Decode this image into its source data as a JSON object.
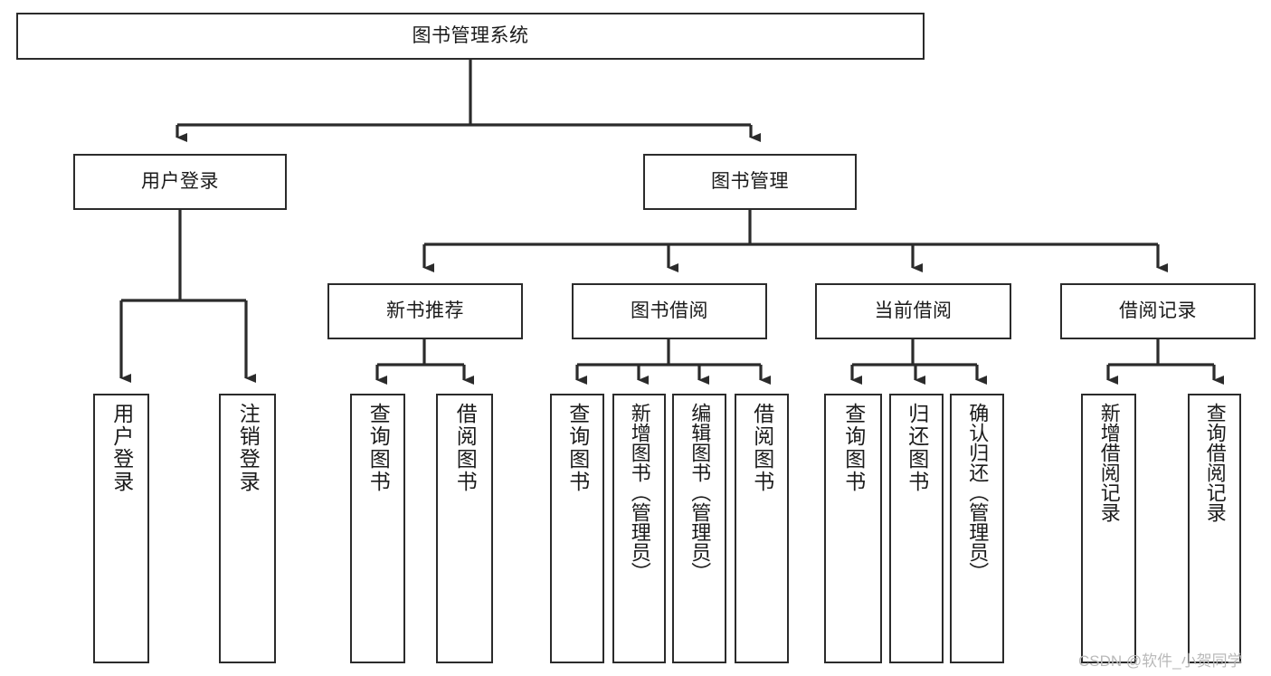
{
  "diagram": {
    "type": "tree-hierarchy",
    "title": "图书管理系统",
    "watermark": "CSDN @软件_小贺同学",
    "colors": {
      "box_border": "#2b2b2b",
      "box_fill": "#ffffff",
      "connector": "#2b2b2b",
      "text": "#1b1b1b",
      "watermark": "#b9b9b9",
      "background": "#ffffff"
    },
    "nodes": {
      "root": {
        "label": "图书管理系统"
      },
      "level2": [
        {
          "id": "user-login",
          "label": "用户登录"
        },
        {
          "id": "book-manage",
          "label": "图书管理"
        }
      ],
      "level3": [
        {
          "id": "new-book-rec",
          "label": "新书推荐"
        },
        {
          "id": "book-borrow",
          "label": "图书借阅"
        },
        {
          "id": "current-borrow",
          "label": "当前借阅"
        },
        {
          "id": "borrow-record",
          "label": "借阅记录"
        }
      ],
      "leaves": {
        "user-login": [
          {
            "id": "leaf-user-login",
            "label": "用户登录"
          },
          {
            "id": "leaf-user-logout",
            "label": "注销登录"
          }
        ],
        "new-book-rec": [
          {
            "id": "leaf-query-book-1",
            "label": "查询图书"
          },
          {
            "id": "leaf-borrow-book-1",
            "label": "借阅图书"
          }
        ],
        "book-borrow": [
          {
            "id": "leaf-query-book-2",
            "label": "查询图书"
          },
          {
            "id": "leaf-add-book",
            "label": "新增图书（管理员）"
          },
          {
            "id": "leaf-edit-book",
            "label": "编辑图书（管理员）"
          },
          {
            "id": "leaf-borrow-book-2",
            "label": "借阅图书"
          }
        ],
        "current-borrow": [
          {
            "id": "leaf-query-book-3",
            "label": "查询图书"
          },
          {
            "id": "leaf-return-book",
            "label": "归还图书"
          },
          {
            "id": "leaf-confirm-return",
            "label": "确认归还（管理员）"
          }
        ],
        "borrow-record": [
          {
            "id": "leaf-add-record",
            "label": "新增借阅记录"
          },
          {
            "id": "leaf-query-record",
            "label": "查询借阅记录"
          }
        ]
      }
    }
  }
}
